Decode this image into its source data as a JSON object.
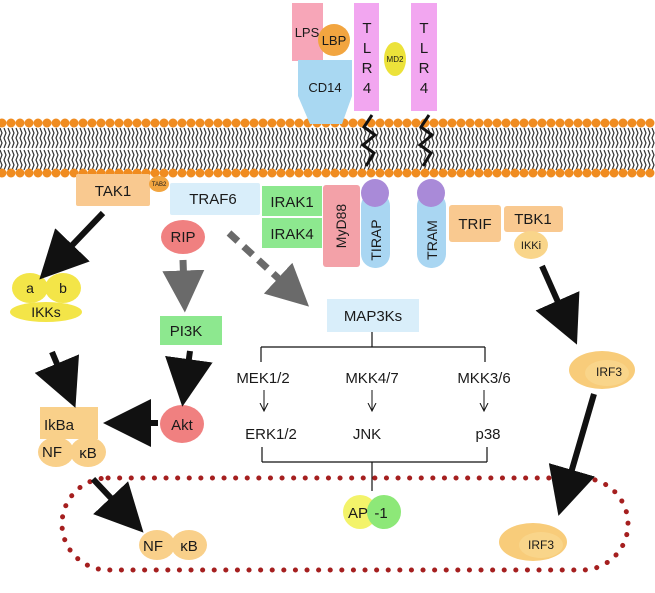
{
  "membrane": {
    "receptors": {
      "lps": "LPS",
      "lbp": "LBP",
      "cd14": "CD14",
      "md2": "MD2",
      "tlr4_left": "TLR4",
      "tlr4_right": "TLR4"
    }
  },
  "adaptors": {
    "myd88": "MyD88",
    "tirap": "TIRAP",
    "tram": "TRAM",
    "trif": "TRIF"
  },
  "nodes": {
    "tak1": "TAK1",
    "tab2": "TAB2",
    "traf6": "TRAF6",
    "irak1": "IRAK1",
    "irak4": "IRAK4",
    "rip": "RIP",
    "pi3k": "PI3K",
    "akt": "Akt",
    "ikk_a": "a",
    "ikk_b": "b",
    "ikks": "IKKs",
    "ikba": "IkBa",
    "nf": "NF",
    "kb": "κB",
    "map3ks": "MAP3Ks",
    "mek12": "MEK1/2",
    "mkk47": "MKK4/7",
    "mkk36": "MKK3/6",
    "erk12": "ERK1/2",
    "jnk": "JNK",
    "p38": "p38",
    "tbk1": "TBK1",
    "ikki": "IKKi",
    "irf3_cyto": "IRF3"
  },
  "nucleus": {
    "ap": "AP",
    "ap_suffix": "-1",
    "nf": "NF",
    "kb": "κB",
    "irf3": "IRF3"
  },
  "colors": {
    "lipid_head": "#f08c20",
    "lipid_tail": "#333333",
    "tlr4": "#f2a6f0",
    "lps": "#f7a6b8",
    "lbp": "#f2a540",
    "cd14": "#a9d8f2",
    "md2": "#ece23a",
    "myd88": "#f3a1a8",
    "tirap_tram": "#a9d6f2",
    "tir_domain": "#a98ad8",
    "tak1": "#f9c990",
    "traf6": "#d9eefa",
    "irak": "#8de88f",
    "rip_akt": "#f08080",
    "pi3k": "#8de88f",
    "ikk": "#f3e548",
    "nf_kb": "#f9d08a",
    "ikba": "#f9d08a",
    "map3ks": "#d9eefa",
    "trif": "#f9c990",
    "tbk1": "#f9c990",
    "ikki": "#f9d58a",
    "irf3": "#f8cc7a",
    "ap1_yellow": "#f3f36a",
    "ap1_green": "#8de878",
    "nucleus_border": "#a51f1f",
    "arrow": "#111111",
    "dashed_arrow": "#6a6a6a"
  }
}
